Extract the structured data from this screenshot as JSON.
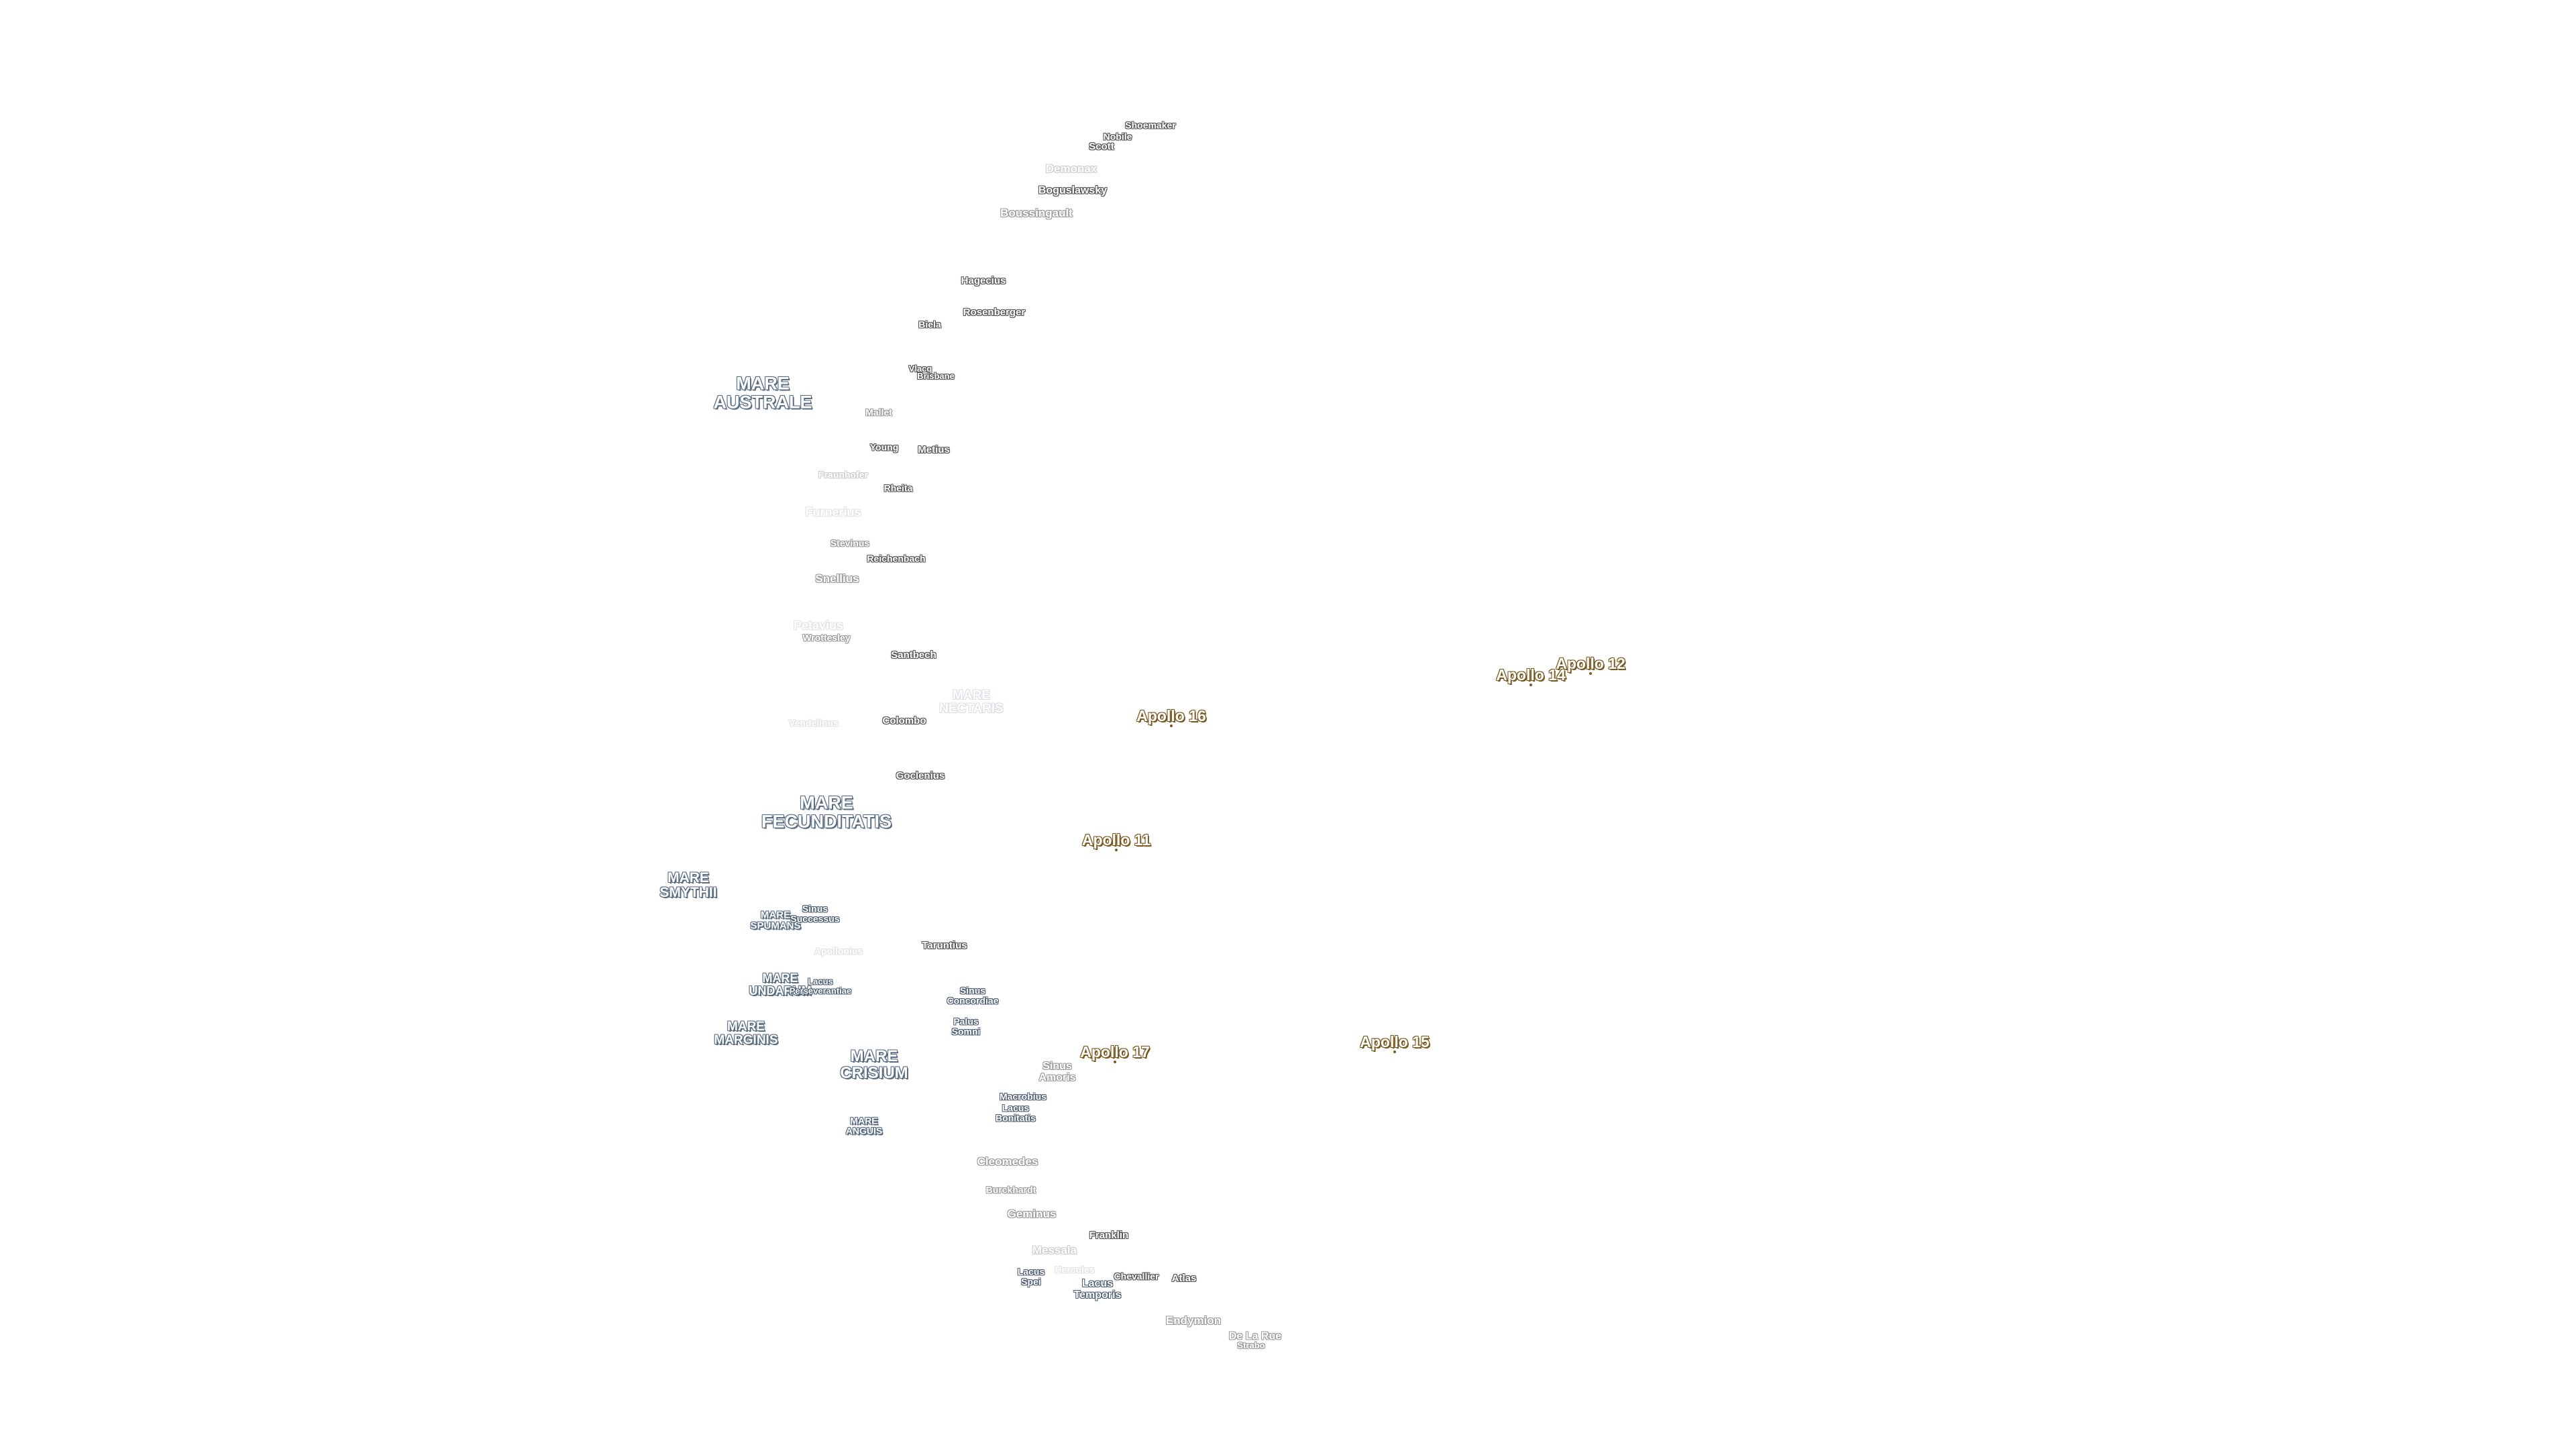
{
  "map": {
    "craters": {
      "shoemaker": "Shoemaker",
      "nobile": "Nobile",
      "scott": "Scott",
      "demonax": "Demonax",
      "boguslawsky": "Boguslawsky",
      "boussingault": "Boussingault",
      "hagecius": "Hagecius",
      "rosenberger": "Rosenberger",
      "biela": "Biela",
      "vlacq": "Vlacq",
      "brisbane": "Brisbane",
      "mallet": "Mallet",
      "young": "Young",
      "metius": "Metius",
      "fraunhofer": "Fraunhofer",
      "rheita": "Rheita",
      "furnerius": "Furnerius",
      "stevinus": "Stevinus",
      "reichenbach": "Reichenbach",
      "snellius": "Snellius",
      "petavius": "Petavius",
      "wrottesley": "Wrottesley",
      "santbech": "Santbech",
      "colombo": "Colombo",
      "goclenius": "Goclenius",
      "apollonius": "Apollonius",
      "taruntius": "Taruntius",
      "cleomedes": "Cleomedes",
      "burckhardt": "Burckhardt",
      "geminus": "Geminus",
      "franklin": "Franklin",
      "messala": "Messala",
      "chevallier": "Chevallier",
      "atlas": "Atlas",
      "endymion": "Endymion",
      "de_la_rue": "De La Rue",
      "strabo": "Strabo",
      "vendelinus": "Vendelinus",
      "hercules": "Hercules"
    },
    "maria": {
      "australe": "MARE\nAUSTRALE",
      "nectaris": "MARE\nNECTARIS",
      "fecunditatis": "MARE\nFECUNDITATIS",
      "smythii": "MARE\nSMYTHII",
      "spumans": "MARE\nSPUMANS",
      "undarum": "MARE\nUNDARUM",
      "marginis": "MARE\nMARGINIS",
      "crisium": "MARE\nCRISIUM",
      "anguis": "MARE\nANGUIS"
    },
    "features": {
      "sinus_successus": "Sinus\nSuccessus",
      "lacus_perseverantiae": "Lacus\nPerseverantiae",
      "sinus_concordiae": "Sinus\nConcordiae",
      "palus_somni": "Palus\nSomni",
      "sinus_amoris": "Sinus\nAmoris",
      "macrobius": "Macrobius",
      "lacus_bonitatis": "Lacus\nBonitatis",
      "lacus_spei": "Lacus\nSpei",
      "lacus_temporis": "Lacus\nTemporis"
    },
    "apollo_sites": {
      "a11": "Apollo 11",
      "a12": "Apollo 12",
      "a14": "Apollo 14",
      "a15": "Apollo 15",
      "a16": "Apollo 16",
      "a17": "Apollo 17"
    }
  }
}
